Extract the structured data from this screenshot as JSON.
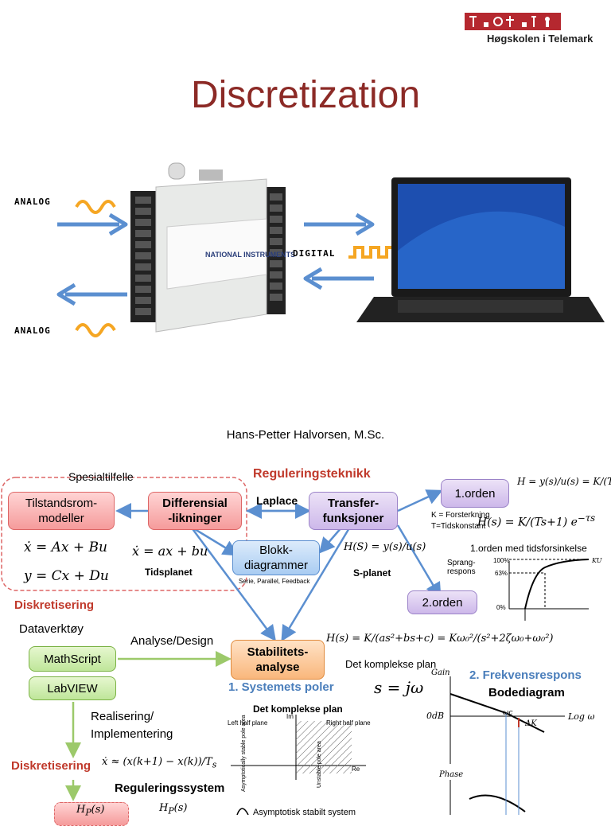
{
  "logo": {
    "name": "Høgskolen i Telemark"
  },
  "title": "Discretization",
  "hardware": {
    "analog_in": "ANALOG",
    "analog_out": "ANALOG",
    "digital": "DIGITAL",
    "device_brand": "NATIONAL INSTRUMENTS"
  },
  "author": "Hans-Petter Halvorsen, M.Sc.",
  "diagram": {
    "spesialtilfelle": "Spesialtilfelle",
    "reguleringsteknikk": "Reguleringsteknikk",
    "tilstandsrom": "Tilstandsrom-\nmodeller",
    "differensial": "Differensial\n-likninger",
    "laplace": "Laplace",
    "transfer": "Transfer-\nfunksjoner",
    "orden1": "1.orden",
    "orden2": "2.orden",
    "blokk": "Blokk-\ndiagrammer",
    "blokk_sub": "Serie, Parallel, Feedback",
    "eq_state1": "ẋ = Ax + Bu",
    "eq_state2": "y = Cx + Du",
    "eq_diff": "ẋ = ax + bu",
    "tidsplanet": "Tidsplanet",
    "splanet": "S-planet",
    "k_forsterkning": "K = Forsterkning",
    "t_tidskonstant": "T=Tidskonstant",
    "orden1_tid": "1.orden med tidsforsinkelse",
    "sprangrespons": "Sprang-\nrespons",
    "diskretisering1": "Diskretisering",
    "dataverktoy": "Dataverktøy",
    "analyse_design": "Analyse/Design",
    "mathscript": "MathScript",
    "labview": "LabVIEW",
    "stabilitet": "Stabilitets-\nanalyse",
    "komplekse_plan1": "Det komplekse plan",
    "systemets_poler": "1. Systemets poler",
    "s_jw": "s = jω",
    "frekvensrespons": "2. Frekvensrespons",
    "bodediagram": "Bodediagram",
    "realisering": "Realisering/\nImplementering",
    "komplekse_plan2": "Det komplekse plan",
    "left_half": "Left half plane",
    "right_half": "Right half plane",
    "asymp_text": "Asymptotically stable pole area",
    "unstable_text": "Unstable pole area",
    "diskretisering2": "Diskretisering",
    "reguleringssystem": "Reguleringssystem",
    "asymp_stabil": "Asymptotisk stabilt system",
    "gain": "Gain",
    "phase": "Phase",
    "zero_db": "0dB",
    "log_w": "Log ω",
    "wc": "ωc",
    "delta_k": "ΔK",
    "im": "Im",
    "re": "Re",
    "pct100": "100%",
    "pct63": "63%",
    "pct0": "0%",
    "ku": "KU"
  },
  "colors": {
    "title": "#8c2a26",
    "accent_red": "#c0392b",
    "accent_blue": "#4a7ebb",
    "arrow": "#5b8fd0",
    "wave": "#f5a623"
  }
}
